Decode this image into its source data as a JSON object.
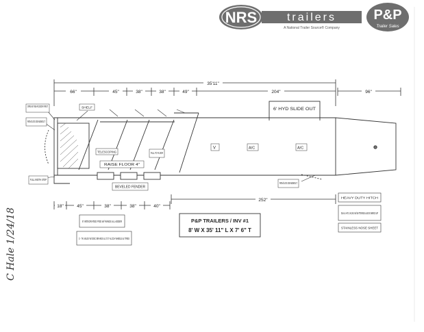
{
  "header": {
    "logo_nrs": "NRS",
    "logo_trailers": "trailers",
    "logo_tagline": "A National Trailer Source® Company",
    "logo_pp": "P&P",
    "logo_pp_sub": "Trailer Sales"
  },
  "dimensions": {
    "overall_length": "35'11\"",
    "top": [
      "66\"",
      "45\"",
      "38\"",
      "38\"",
      "49\"",
      "204\""
    ],
    "nose": "96\"",
    "bottom": [
      "18\"",
      "45\"",
      "38\"",
      "38\"",
      "40\""
    ],
    "bottom_long": "252\""
  },
  "callouts": {
    "open_rear_door": "OPEN 8' REAR DOOR FIRST",
    "rev_deadbolt_left": "REV/LOG DEADBOLT",
    "full_width_step": "FULL WIDTH STEP",
    "shelf": "SHELF",
    "telescoping": "TELESCOPING",
    "full_to_floor": "FULL TO FLOOR",
    "raise_floor": "RAISE FLOOR 4\"",
    "beveled_fender": "BEVELED FENDER",
    "slide_out": "6' HYD SLIDE OUT",
    "vent_v": "V",
    "vent_ac1": "A/C",
    "vent_ac2": "A/C",
    "rev_deadbolt_right": "REV/LOG DEADBOLT",
    "hitch": "HEAVY DUTY HITCH",
    "jacks": "DUAL HYD JACKS W/ BATTERIES & BOX WIRED UP",
    "nose_sheet": "STAINLESS NOSE SHEET",
    "pod": "8' INTEGRATED POD W/ WINGS & LADDER",
    "axles": "3 - 7K AXLES W/ DISC BRAKES & 17.5\" ALCOA WHEELS & TIRES"
  },
  "title_box": {
    "line1": "P&P TRAILERS / INV #1",
    "line2": "8' W X 35' 11\" L X 7' 6\" T"
  },
  "handwriting": "C Hale 1/24/18",
  "colors": {
    "logo_grey": "#6e6e6e",
    "line": "#333333",
    "accent_red": "#c0392b"
  }
}
